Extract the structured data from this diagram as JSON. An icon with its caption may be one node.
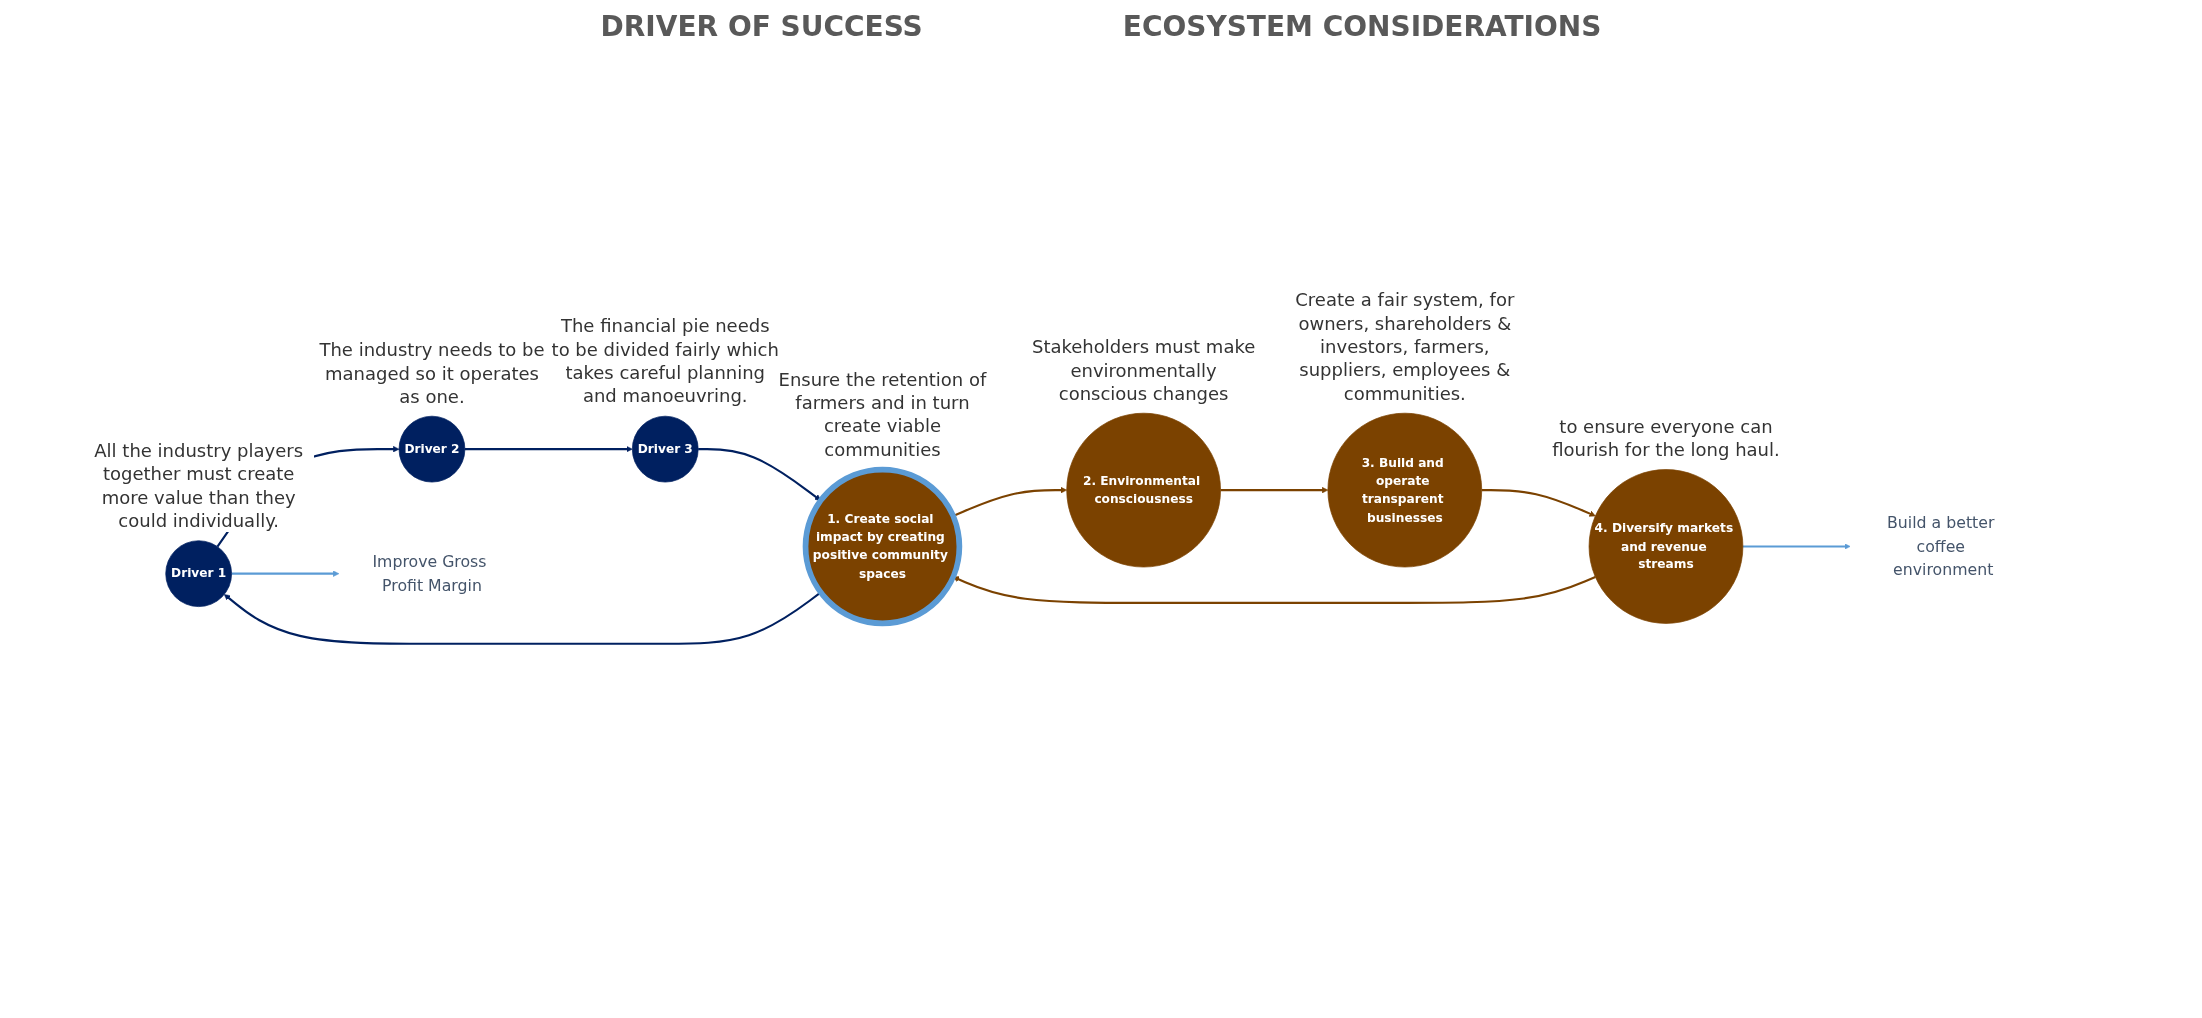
{
  "diagram": {
    "nodes": [
      {
        "text": [
          "Driver 1"
        ],
        "beside": [
          "All the industry players together must create more value than they could individually."
        ]
      },
      {
        "text": [
          "Driver 2"
        ],
        "beside": [
          "The industry needs to be managed so it operates as one."
        ]
      },
      {
        "text": [
          "Driver 3"
        ],
        "beside": [
          "The financial pie needs to be divided fairly which takes careful planning and manoeuvring."
        ]
      },
      {
        "text": [
          "1. Create social impact by creating positive community spaces"
        ],
        "beside": [
          "Ensure the retention of farmers and in turn create viable communities"
        ]
      },
      {
        "text": [
          "2. Environmental consciousness"
        ],
        "beside": [
          "Stakeholders must make environmentally conscious changes"
        ]
      },
      {
        "text": [
          "3. Build and operate transparent businesses"
        ],
        "beside": [
          "Create a fair system, for owners, shareholders & investors, farmers, suppliers, employees & communities."
        ]
      },
      {
        "text": [
          "4. Diversify markets and revenue streams"
        ],
        "beside": [
          "to ensure everyone can flourish for the long haul."
        ]
      },
      {
        "text": [
          "Improve Gross Profit Margin"
        ]
      },
      {
        "text": [
          "Build a better coffee environment"
        ]
      }
    ],
    "edges": [
      {
        "from": 0,
        "to": 1,
        "arrow": "to"
      },
      {
        "from": 1,
        "to": 2,
        "arrow": "to"
      },
      {
        "from": 2,
        "to": 3,
        "arrow": "to"
      },
      {
        "from": 3,
        "to": 0,
        "arrow": "to"
      },
      {
        "from": 3,
        "to": 4,
        "arrow": "to",
        "color": "#7b4200"
      },
      {
        "from": 4,
        "to": 5,
        "arrow": "to",
        "color": "#7b4200"
      },
      {
        "from": 5,
        "to": 6,
        "arrow": "to",
        "color": "#7b4200"
      },
      {
        "from": 6,
        "to": 3,
        "arrow": "to",
        "color": "#7b4200"
      },
      {
        "from": 0,
        "to": 7,
        "arrow": "to",
        "color": "#5b9bd5"
      },
      {
        "from": 6,
        "to": 8,
        "arrow": "to",
        "color": "#5b9bd5"
      }
    ],
    "labels": [
      "DRIVER OF SUCCESS",
      "ECOSYSTEM CONSIDERATIONS"
    ]
  }
}
